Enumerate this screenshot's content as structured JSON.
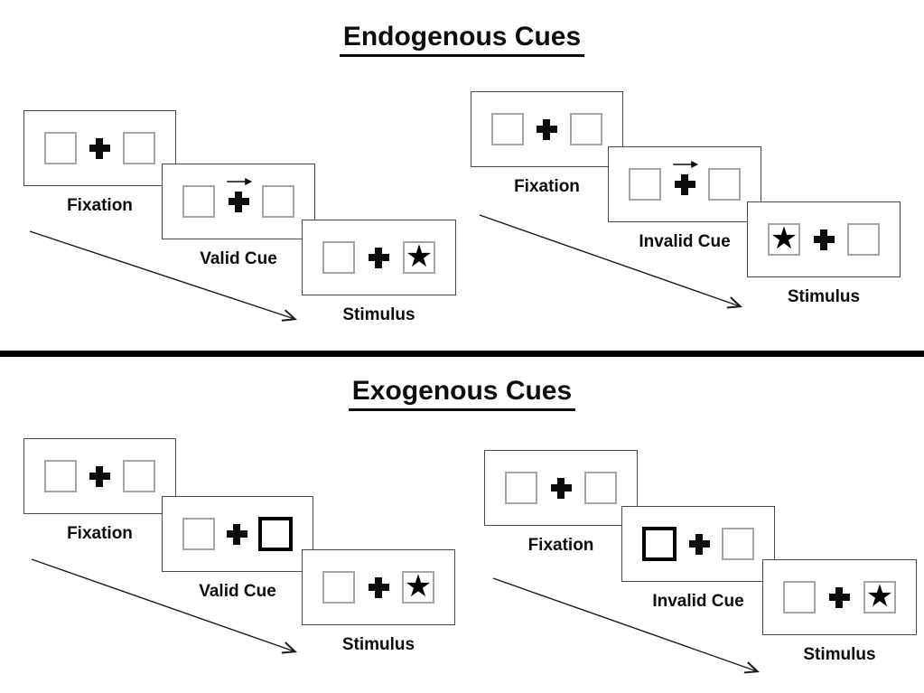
{
  "sections": [
    {
      "title": "Endogenous Cues",
      "trials": [
        {
          "name": "valid",
          "frames": [
            {
              "label": "Fixation",
              "content": "empty-boxes"
            },
            {
              "label": "Valid Cue",
              "content": "arrow-cue",
              "cue": "arrow-right"
            },
            {
              "label": "Stimulus",
              "content": "star",
              "star_side": "right"
            }
          ]
        },
        {
          "name": "invalid",
          "frames": [
            {
              "label": "Fixation",
              "content": "empty-boxes"
            },
            {
              "label": "Invalid Cue",
              "content": "arrow-cue",
              "cue": "arrow-right"
            },
            {
              "label": "Stimulus",
              "content": "star",
              "star_side": "left"
            }
          ]
        }
      ]
    },
    {
      "title": "Exogenous Cues",
      "trials": [
        {
          "name": "valid",
          "frames": [
            {
              "label": "Fixation",
              "content": "empty-boxes"
            },
            {
              "label": "Valid Cue",
              "content": "thick-box-cue",
              "cue": "thick-box-right"
            },
            {
              "label": "Stimulus",
              "content": "star",
              "star_side": "right"
            }
          ]
        },
        {
          "name": "invalid",
          "frames": [
            {
              "label": "Fixation",
              "content": "empty-boxes"
            },
            {
              "label": "Invalid Cue",
              "content": "thick-box-cue",
              "cue": "thick-box-left"
            },
            {
              "label": "Stimulus",
              "content": "star",
              "star_side": "right"
            }
          ]
        }
      ]
    }
  ],
  "icons": {
    "star": "★",
    "fixation_cross": "plus-cross",
    "cue_arrow_direction": "right"
  },
  "colors": {
    "text": "#0d0d0d",
    "frame_border": "#4a4a4a",
    "placeholder_box_border": "#a6a6a6",
    "exogenous_cue_box_border": "#000000",
    "divider": "#000000"
  }
}
